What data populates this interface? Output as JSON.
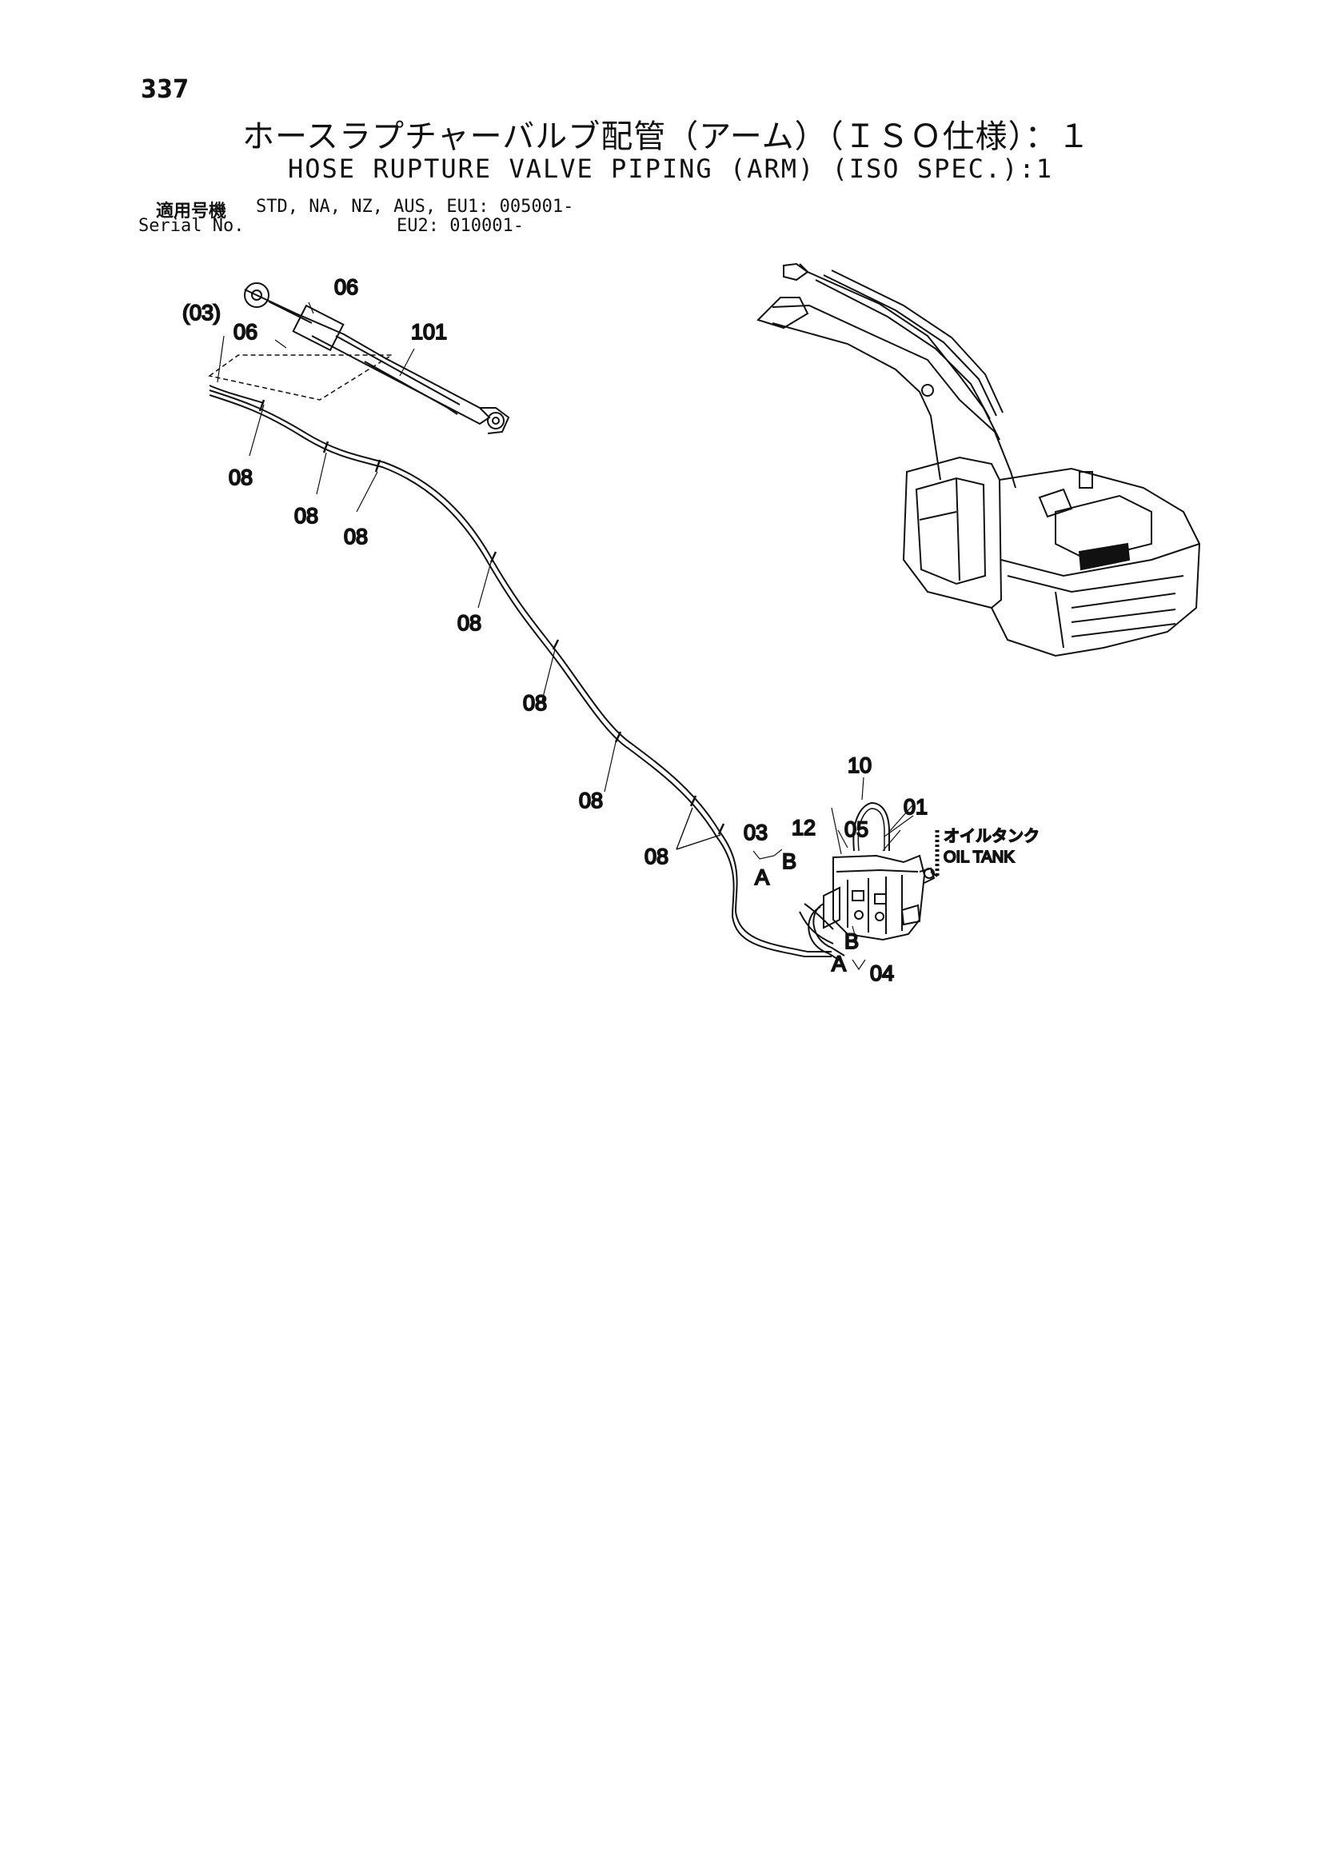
{
  "page_number": "337",
  "title_jp": "ホースラプチャーバルブ配管（アーム）（ＩＳＯ仕様）：１",
  "title_en": "HOSE RUPTURE VALVE PIPING (ARM) (ISO SPEC.):1",
  "serial": {
    "label_jp": "適用号機",
    "label_en": "Serial No.",
    "line1": "STD, NA, NZ, AUS, EU1: 005001-",
    "line2": "EU2: 010001-"
  },
  "callouts": {
    "c06a": "06",
    "c03p": "(03)",
    "c06b": "06",
    "c101": "101",
    "c08a": "08",
    "c08b": "08",
    "c08c": "08",
    "c08d": "08",
    "c08e": "08",
    "c08f": "08",
    "c08g": "08",
    "c10": "10",
    "c01": "01",
    "c03": "03",
    "c12": "12",
    "c05": "05",
    "cA1": "A",
    "cB1": "B",
    "cB2": "B",
    "cA2": "A",
    "c04": "04"
  },
  "oil_tank": {
    "jp": "オイルタンク",
    "en": "OIL TANK"
  }
}
